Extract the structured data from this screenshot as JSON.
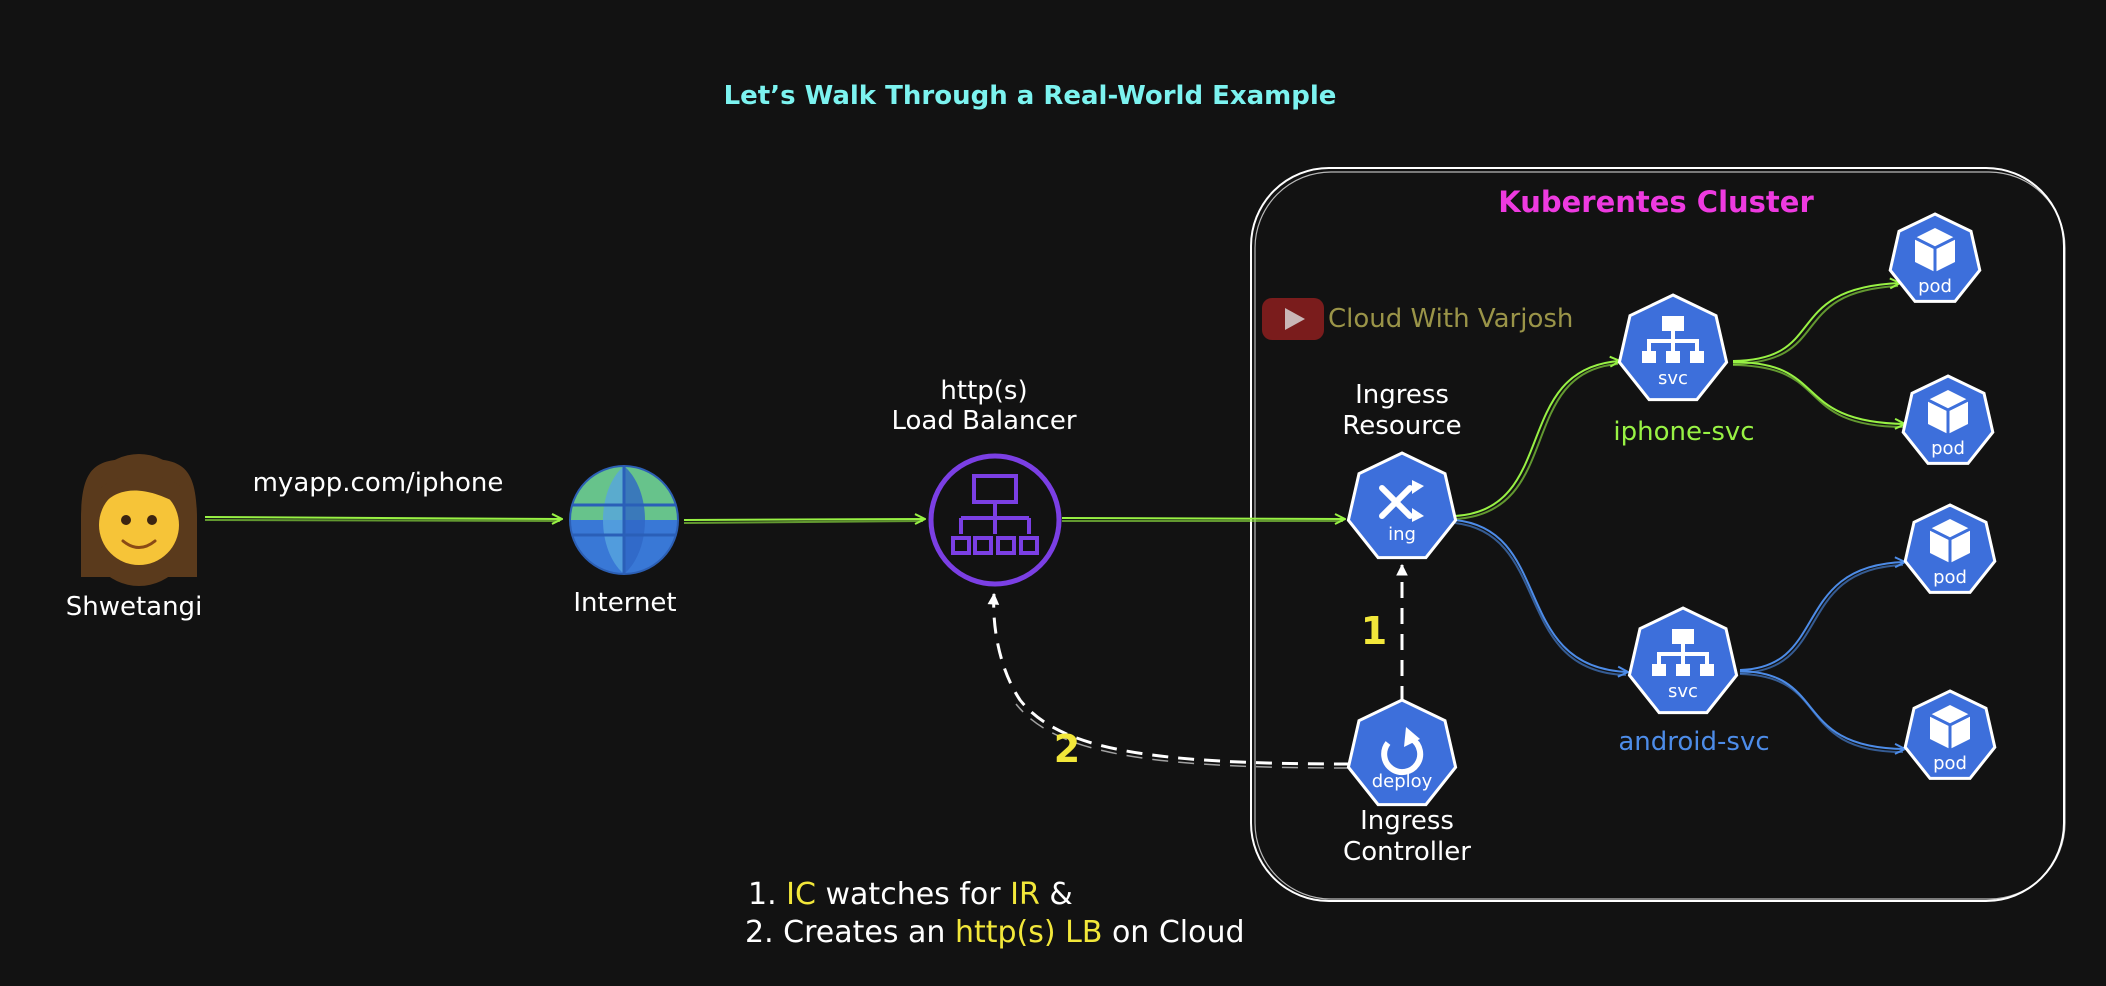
{
  "title": "Let’s Walk Through a Real-World Example",
  "cluster_title": "Kuberentes Cluster",
  "brand": {
    "text": "Cloud With Varjosh",
    "icon": "youtube-play-icon"
  },
  "user": {
    "name": "Shwetangi",
    "icon": "woman-emoji-icon"
  },
  "request_label": "myapp.com/iphone",
  "internet": {
    "label": "Internet",
    "icon": "globe-icon"
  },
  "load_balancer": {
    "label_line1": "http(s)",
    "label_line2": "Load Balancer",
    "icon": "load-balancer-icon"
  },
  "ingress_resource": {
    "label_line1": "Ingress",
    "label_line2": "Resource",
    "badge": "ing",
    "icon": "shuffle-icon"
  },
  "ingress_controller": {
    "label_line1": "Ingress",
    "label_line2": "Controller",
    "badge": "deploy",
    "icon": "refresh-icon"
  },
  "services": [
    {
      "name": "iphone-svc",
      "badge": "svc",
      "icon": "hierarchy-icon"
    },
    {
      "name": "android-svc",
      "badge": "svc",
      "icon": "hierarchy-icon"
    }
  ],
  "pods": [
    {
      "badge": "pod",
      "icon": "cube-icon"
    },
    {
      "badge": "pod",
      "icon": "cube-icon"
    },
    {
      "badge": "pod",
      "icon": "cube-icon"
    },
    {
      "badge": "pod",
      "icon": "cube-icon"
    }
  ],
  "steps": [
    {
      "number": "1"
    },
    {
      "number": "2"
    }
  ],
  "notes": {
    "line1": {
      "prefix": "1.",
      "ic": "IC",
      "mid": "watches for",
      "ir": "IR",
      "suffix": "&"
    },
    "line2": {
      "prefix": "2. Creates an",
      "lb": "http(s) LB",
      "suffix": "on Cloud"
    }
  },
  "colors": {
    "background": "#121212",
    "k8s_blue": "#3d6fdb",
    "lb_purple": "#7b3fe4",
    "green_flow": "#98f244",
    "blue_flow": "#4d8ce8",
    "title_cyan": "#7cf3f0",
    "cluster_magenta": "#ee3ae0",
    "highlight_yellow": "#f2e73a"
  }
}
